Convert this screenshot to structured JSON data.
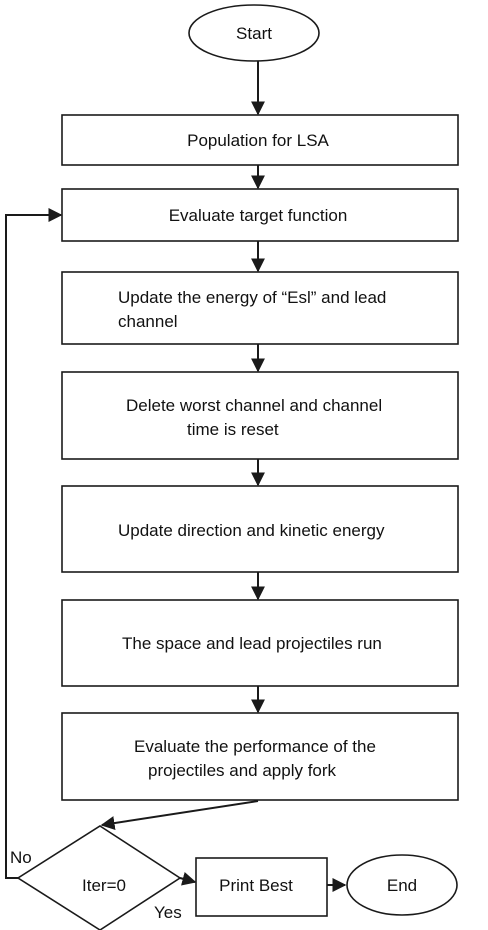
{
  "diagram": {
    "start": "Start",
    "steps": [
      {
        "lines": [
          "Population for  LSA"
        ]
      },
      {
        "lines": [
          "Evaluate target function"
        ]
      },
      {
        "lines": [
          "Update the energy of “Esl” and lead",
          "channel"
        ]
      },
      {
        "lines": [
          "Delete worst channel and channel",
          "time is reset"
        ]
      },
      {
        "lines": [
          "Update direction and kinetic energy"
        ]
      },
      {
        "lines": [
          "The space and lead projectiles run"
        ]
      },
      {
        "lines": [
          "Evaluate the performance of the",
          "projectiles and apply fork"
        ]
      }
    ],
    "decision": "Iter=0",
    "no_label": "No",
    "yes_label": "Yes",
    "output": "Print Best",
    "end": "End"
  }
}
